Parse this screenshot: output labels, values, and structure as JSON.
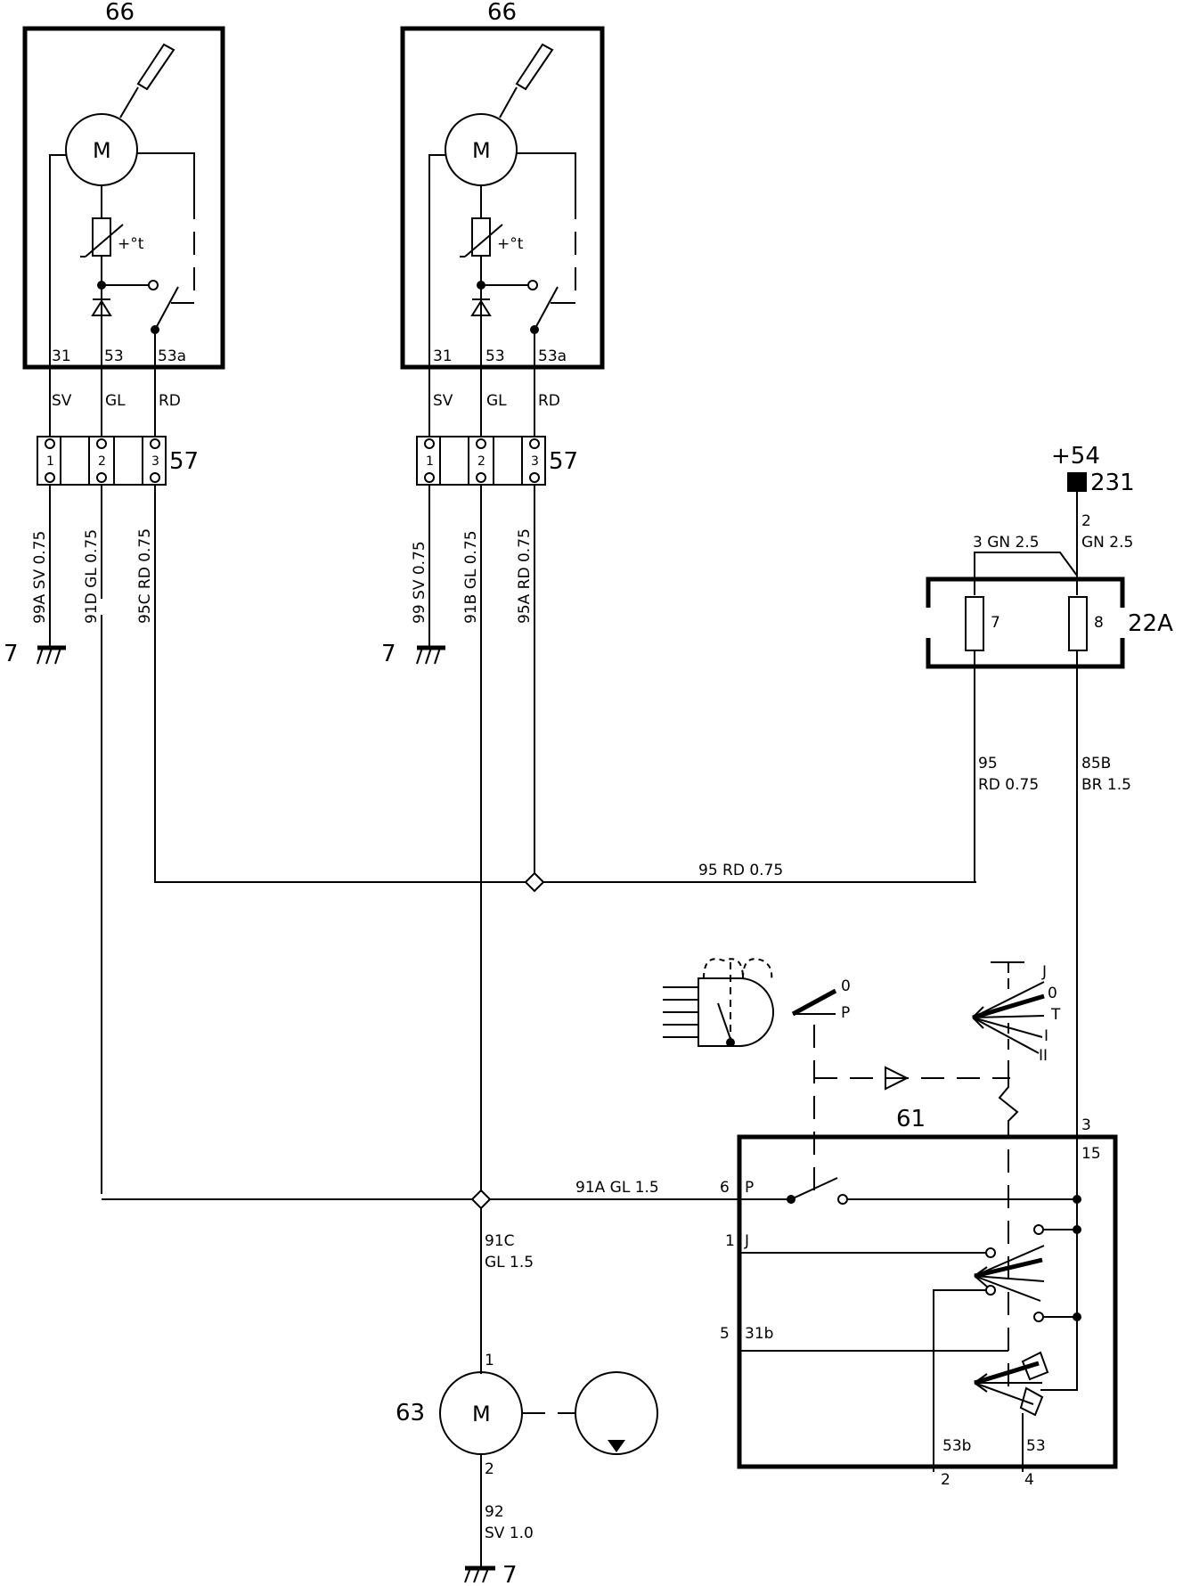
{
  "components": {
    "motor_left": {
      "id": "66",
      "symbol": "M",
      "thermal": "+°t",
      "pins": [
        "31",
        "53",
        "53a"
      ],
      "wires": [
        "SV",
        "GL",
        "RD"
      ]
    },
    "motor_mid": {
      "id": "66",
      "symbol": "M",
      "thermal": "+°t",
      "pins": [
        "31",
        "53",
        "53a"
      ],
      "wires": [
        "SV",
        "GL",
        "RD"
      ]
    },
    "connector_left": {
      "id": "57",
      "pins": [
        "1",
        "2",
        "3"
      ]
    },
    "connector_mid": {
      "id": "57",
      "pins": [
        "1",
        "2",
        "3"
      ]
    },
    "power": {
      "label": "+54",
      "id": "231"
    },
    "fuse_box": {
      "id": "22A",
      "fuses": [
        "7",
        "8"
      ]
    },
    "switch": {
      "id": "61",
      "pin_labels": [
        "3",
        "15",
        "6",
        "P",
        "1",
        "J",
        "5",
        "31b",
        "53b",
        "53",
        "2",
        "4"
      ]
    },
    "washer_motor": {
      "id": "63",
      "symbol": "M",
      "pins": [
        "1",
        "2"
      ]
    },
    "lever_positions": [
      "J",
      "0",
      "T",
      "I",
      "II"
    ],
    "lamp_positions": [
      "0",
      "P"
    ],
    "grounds": [
      "7",
      "7",
      "7"
    ]
  },
  "wires": {
    "w99a": "99A  SV  0.75",
    "w91d": "91D  GL  0.75",
    "w95c": "95C  RD  0.75",
    "w99": "99  SV  0.75",
    "w91b": "91B  GL  0.75",
    "w95a": "95A  RD  0.75",
    "w3gn": "3  GN  2.5",
    "w2gn_num": "2",
    "w2gn": "GN  2.5",
    "w95_num": "95",
    "w95_spec": "RD  0.75",
    "w85b_num": "85B",
    "w85b_spec": "BR  1.5",
    "w95rd": "95  RD  0.75",
    "w91a": "91A  GL  1.5",
    "w91c_num": "91C",
    "w91c_spec": "GL  1.5",
    "w92_num": "92",
    "w92_spec": "SV  1.0"
  }
}
